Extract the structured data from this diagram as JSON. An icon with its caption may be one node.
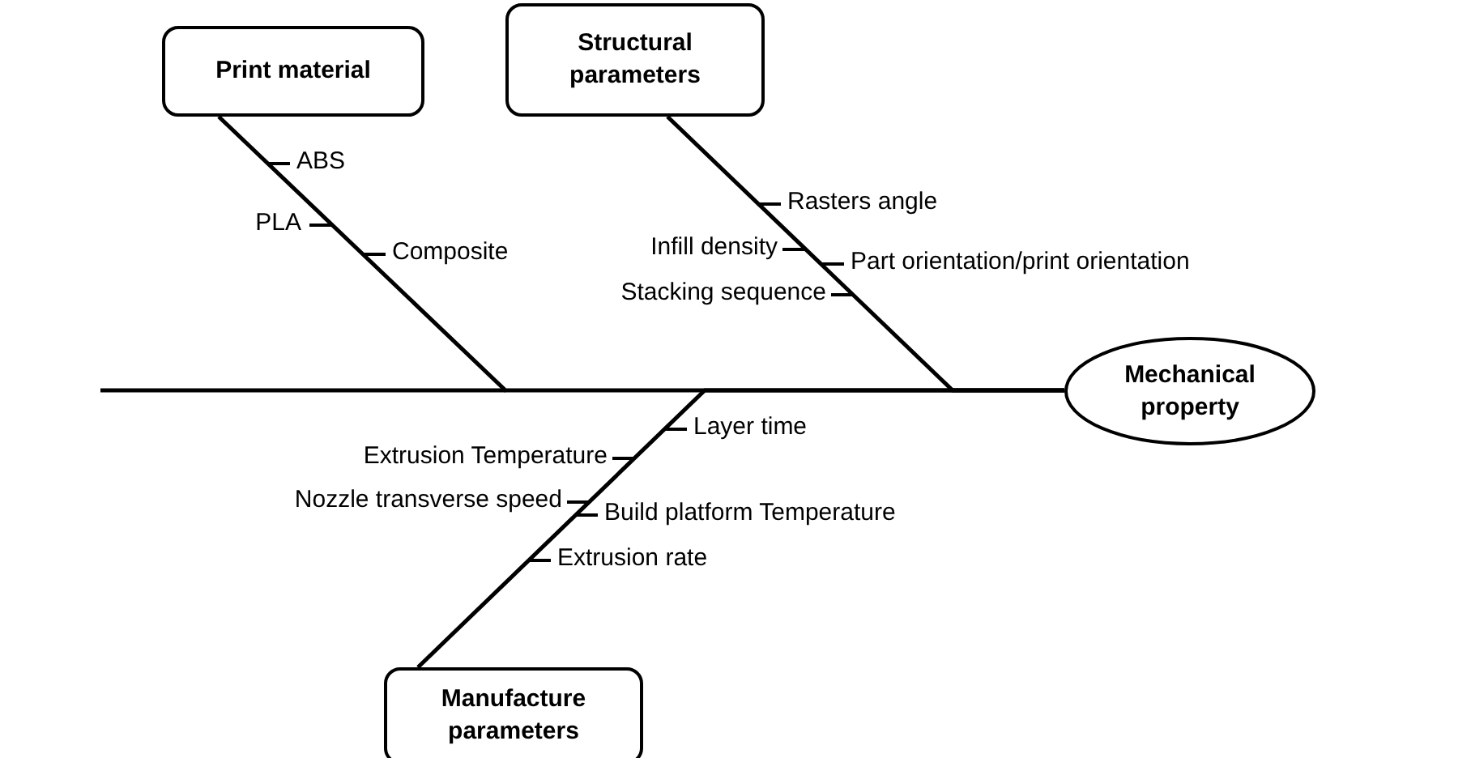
{
  "diagram": {
    "nodes": [
      {
        "text": [
          "Print material"
        ]
      },
      {
        "text": [
          "Structural parameters"
        ]
      },
      {
        "text": [
          "Mechanical property"
        ]
      },
      {
        "text": [
          "Manufacture parameters"
        ]
      }
    ],
    "edges": [
      {
        "from": 0,
        "to": 2,
        "arrow": "none"
      },
      {
        "from": 1,
        "to": 2,
        "arrow": "none"
      },
      {
        "from": 3,
        "to": 2,
        "arrow": "none"
      }
    ],
    "labels": [
      "ABS",
      "PLA",
      "Composite",
      "Rasters angle",
      "Infill density",
      "Part orientation/print orientation",
      "Stacking sequence",
      "Layer time",
      "Extrusion Temperature",
      "Build platform Temperature",
      "Nozzle transverse speed",
      "Extrusion rate"
    ]
  }
}
